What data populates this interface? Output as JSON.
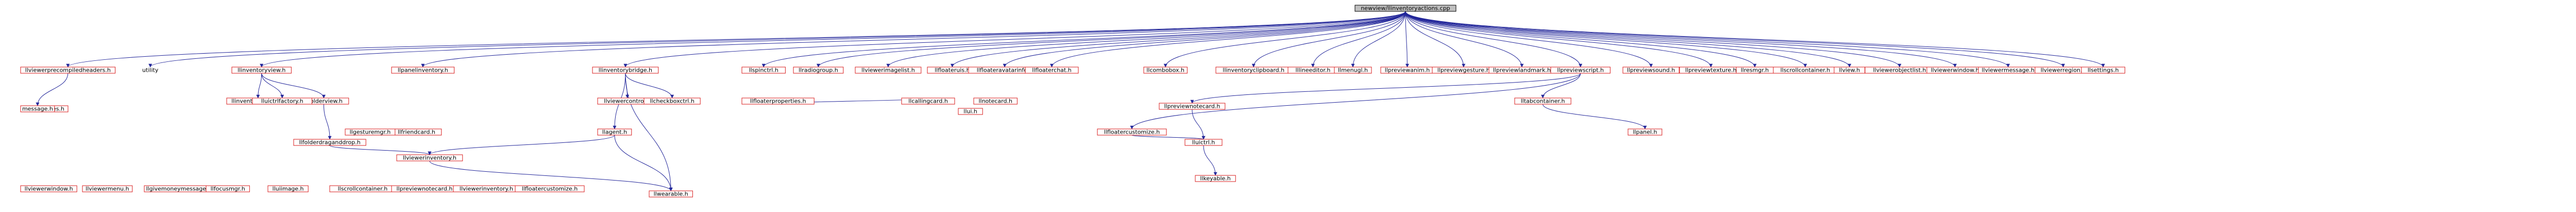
{
  "graph": {
    "root": "newview/llinventoryactions.cpp",
    "accent_edge_color": "#23279a",
    "node_border_color": "#d81d1d",
    "root_fill_color": "#bfbfbf",
    "nodes": [
      {
        "id": "root",
        "label": "newview/llinventoryactions.cpp",
        "type": "root"
      },
      {
        "id": "lvph",
        "label": "llviewerprecompiledheaders.h"
      },
      {
        "id": "stdtypes",
        "label": "stdtypes.h"
      },
      {
        "id": "utility",
        "label": "utility",
        "type": "plain"
      },
      {
        "id": "liv",
        "label": "llinventoryview.h"
      },
      {
        "id": "limodel",
        "label": "llinventorymodel.h"
      },
      {
        "id": "lfold",
        "label": "llfolderview.h"
      },
      {
        "id": "luictrl",
        "label": "lluictrlfactory.h"
      },
      {
        "id": "lpinv",
        "label": "llpanelinventory.h"
      },
      {
        "id": "lscrollc",
        "label": "llscrollcontainer.h"
      },
      {
        "id": "lwresp",
        "label": "llviewerwindow.h"
      },
      {
        "id": "lib",
        "label": "llinventorybridge.h"
      },
      {
        "id": "lprpan",
        "label": "llpreviewanim.h"
      },
      {
        "id": "lpgest",
        "label": "llpreviewgesture.h"
      },
      {
        "id": "lplm",
        "label": "llpreviewlandmark.h"
      },
      {
        "id": "lpscr",
        "label": "llpreviewscript.h"
      },
      {
        "id": "lpsnd",
        "label": "llpreviewsound.h"
      },
      {
        "id": "lptex",
        "label": "llpreviewtexture.h"
      },
      {
        "id": "lresmgr",
        "label": "llresmgr.h"
      },
      {
        "id": "lspinctrl",
        "label": "llspinctrl.h"
      },
      {
        "id": "lradio",
        "label": "llradiogroup.h"
      },
      {
        "id": "lvimgl",
        "label": "llviewerimagelist.h"
      },
      {
        "id": "lfuis",
        "label": "llfloateruis.h"
      },
      {
        "id": "lfavi",
        "label": "llfloateravatarinfo.h"
      },
      {
        "id": "lfchat",
        "label": "llfloaterchat.h"
      },
      {
        "id": "lfcust",
        "label": "llfloatercustomize.h"
      },
      {
        "id": "lfprop",
        "label": "llfloaterproperties.h"
      },
      {
        "id": "lcombo",
        "label": "llcombobox.h"
      },
      {
        "id": "lvmenu",
        "label": "llviewermenu.h"
      },
      {
        "id": "lviewinv",
        "label": "llviewerinventory.h"
      },
      {
        "id": "lnote",
        "label": "llnotecard.h"
      },
      {
        "id": "lcallcard",
        "label": "llcallingcard.h"
      },
      {
        "id": "lfriend",
        "label": "llfriendcard.h"
      },
      {
        "id": "lgivmsg",
        "label": "llgivemoneymessage.h"
      },
      {
        "id": "lpresp",
        "label": "llpreviewnotecard.h"
      },
      {
        "id": "lfocus",
        "label": "llfocusmgr.h"
      },
      {
        "id": "lclip",
        "label": "llinventoryclipboard.h"
      },
      {
        "id": "llineedit",
        "label": "lllineeditor.h"
      },
      {
        "id": "lmenu",
        "label": "llmenugl.h"
      },
      {
        "id": "ltabc",
        "label": "lltabcontainer.h"
      },
      {
        "id": "luiimg",
        "label": "lluiimage.h"
      },
      {
        "id": "lscrollview",
        "label": "llscrollcontainer.h"
      },
      {
        "id": "lview",
        "label": "llview.h"
      },
      {
        "id": "lvobjlist",
        "label": "llviewerobjectlist.h"
      },
      {
        "id": "lvwindow",
        "label": "llviewerwindow.h"
      },
      {
        "id": "lvmsg",
        "label": "llviewermessage.h"
      },
      {
        "id": "lvregion",
        "label": "llviewerregion.h"
      },
      {
        "id": "lsettings",
        "label": "llsettings.h"
      },
      {
        "id": "message",
        "label": "message.h"
      },
      {
        "id": "lfolddnd",
        "label": "llfolderdraganddrop.h"
      },
      {
        "id": "lgestmgr",
        "label": "llgesturemgr.h"
      },
      {
        "id": "lagent",
        "label": "llagent.h"
      },
      {
        "id": "ljoystick",
        "label": "llviewercontrol.h"
      },
      {
        "id": "lchkbox",
        "label": "llcheckboxctrl.h"
      },
      {
        "id": "luih",
        "label": "llui.h"
      },
      {
        "id": "lprvtex2",
        "label": "llpreviewnotecard.h"
      },
      {
        "id": "luictrl2",
        "label": "lluictrl.h"
      },
      {
        "id": "llpanel",
        "label": "llpanel.h"
      },
      {
        "id": "lfvinv",
        "label": "llviewerinventory.h"
      },
      {
        "id": "lkeyable",
        "label": "llkeyable.h"
      },
      {
        "id": "lwearable",
        "label": "llwearable.h"
      },
      {
        "id": "lwcustom",
        "label": "llfloatercustomize.h"
      }
    ]
  }
}
